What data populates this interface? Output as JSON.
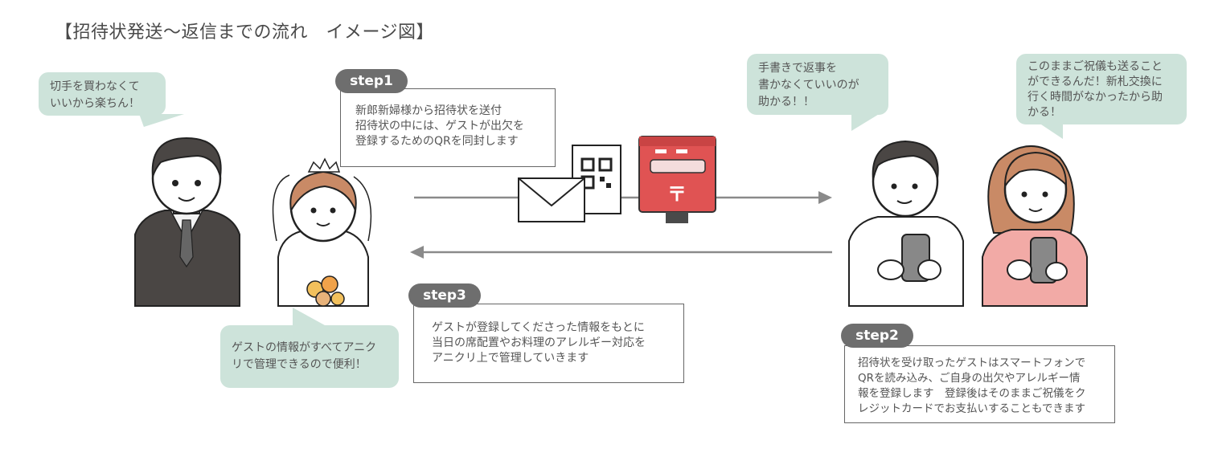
{
  "title": "【招待状発送〜返信までの流れ　イメージ図】",
  "bubbles": {
    "stamp": [
      "切手を買わなくて",
      "いいから楽ちん！"
    ],
    "manage": [
      "ゲストの情報がすべてアニク",
      "リで管理できるので便利！"
    ],
    "reply": [
      "手書きで返事を",
      "書かなくていいのが",
      "助かる！！"
    ],
    "gift": [
      "このままご祝儀も送ること",
      "ができるんだ！新札交換に",
      "行く時間がなかったから助",
      "かる！"
    ]
  },
  "steps": {
    "step1": {
      "label": "step1",
      "lines": [
        "新郎新婦様から招待状を送付",
        "招待状の中には、ゲストが出欠を",
        "登録するためのQRを同封します"
      ]
    },
    "step2": {
      "label": "step2",
      "lines": [
        "招待状を受け取ったゲストはスマートフォンで",
        "QRを読み込み、ご自身の出欠やアレルギー情",
        "報を登録します　登録後はそのままご祝儀をク",
        "レジットカードでお支払いすることもできます"
      ]
    },
    "step3": {
      "label": "step3",
      "lines": [
        "ゲストが登録してくださった情報をもとに",
        "当日の席配置やお料理のアレルギー対応を",
        "アニクリ上で管理していきます"
      ]
    }
  },
  "colors": {
    "bubble": "#cde3da",
    "pill": "#6e6e6e",
    "postbox": "#e05353",
    "arrow": "#8a8a8a",
    "suit": "#4a4644",
    "woman_shirt": "#f2aaa6"
  },
  "icons": [
    "envelope-icon",
    "qr-code-icon",
    "postbox-icon",
    "groom-icon",
    "bride-icon",
    "male-guest-icon",
    "female-guest-icon"
  ]
}
